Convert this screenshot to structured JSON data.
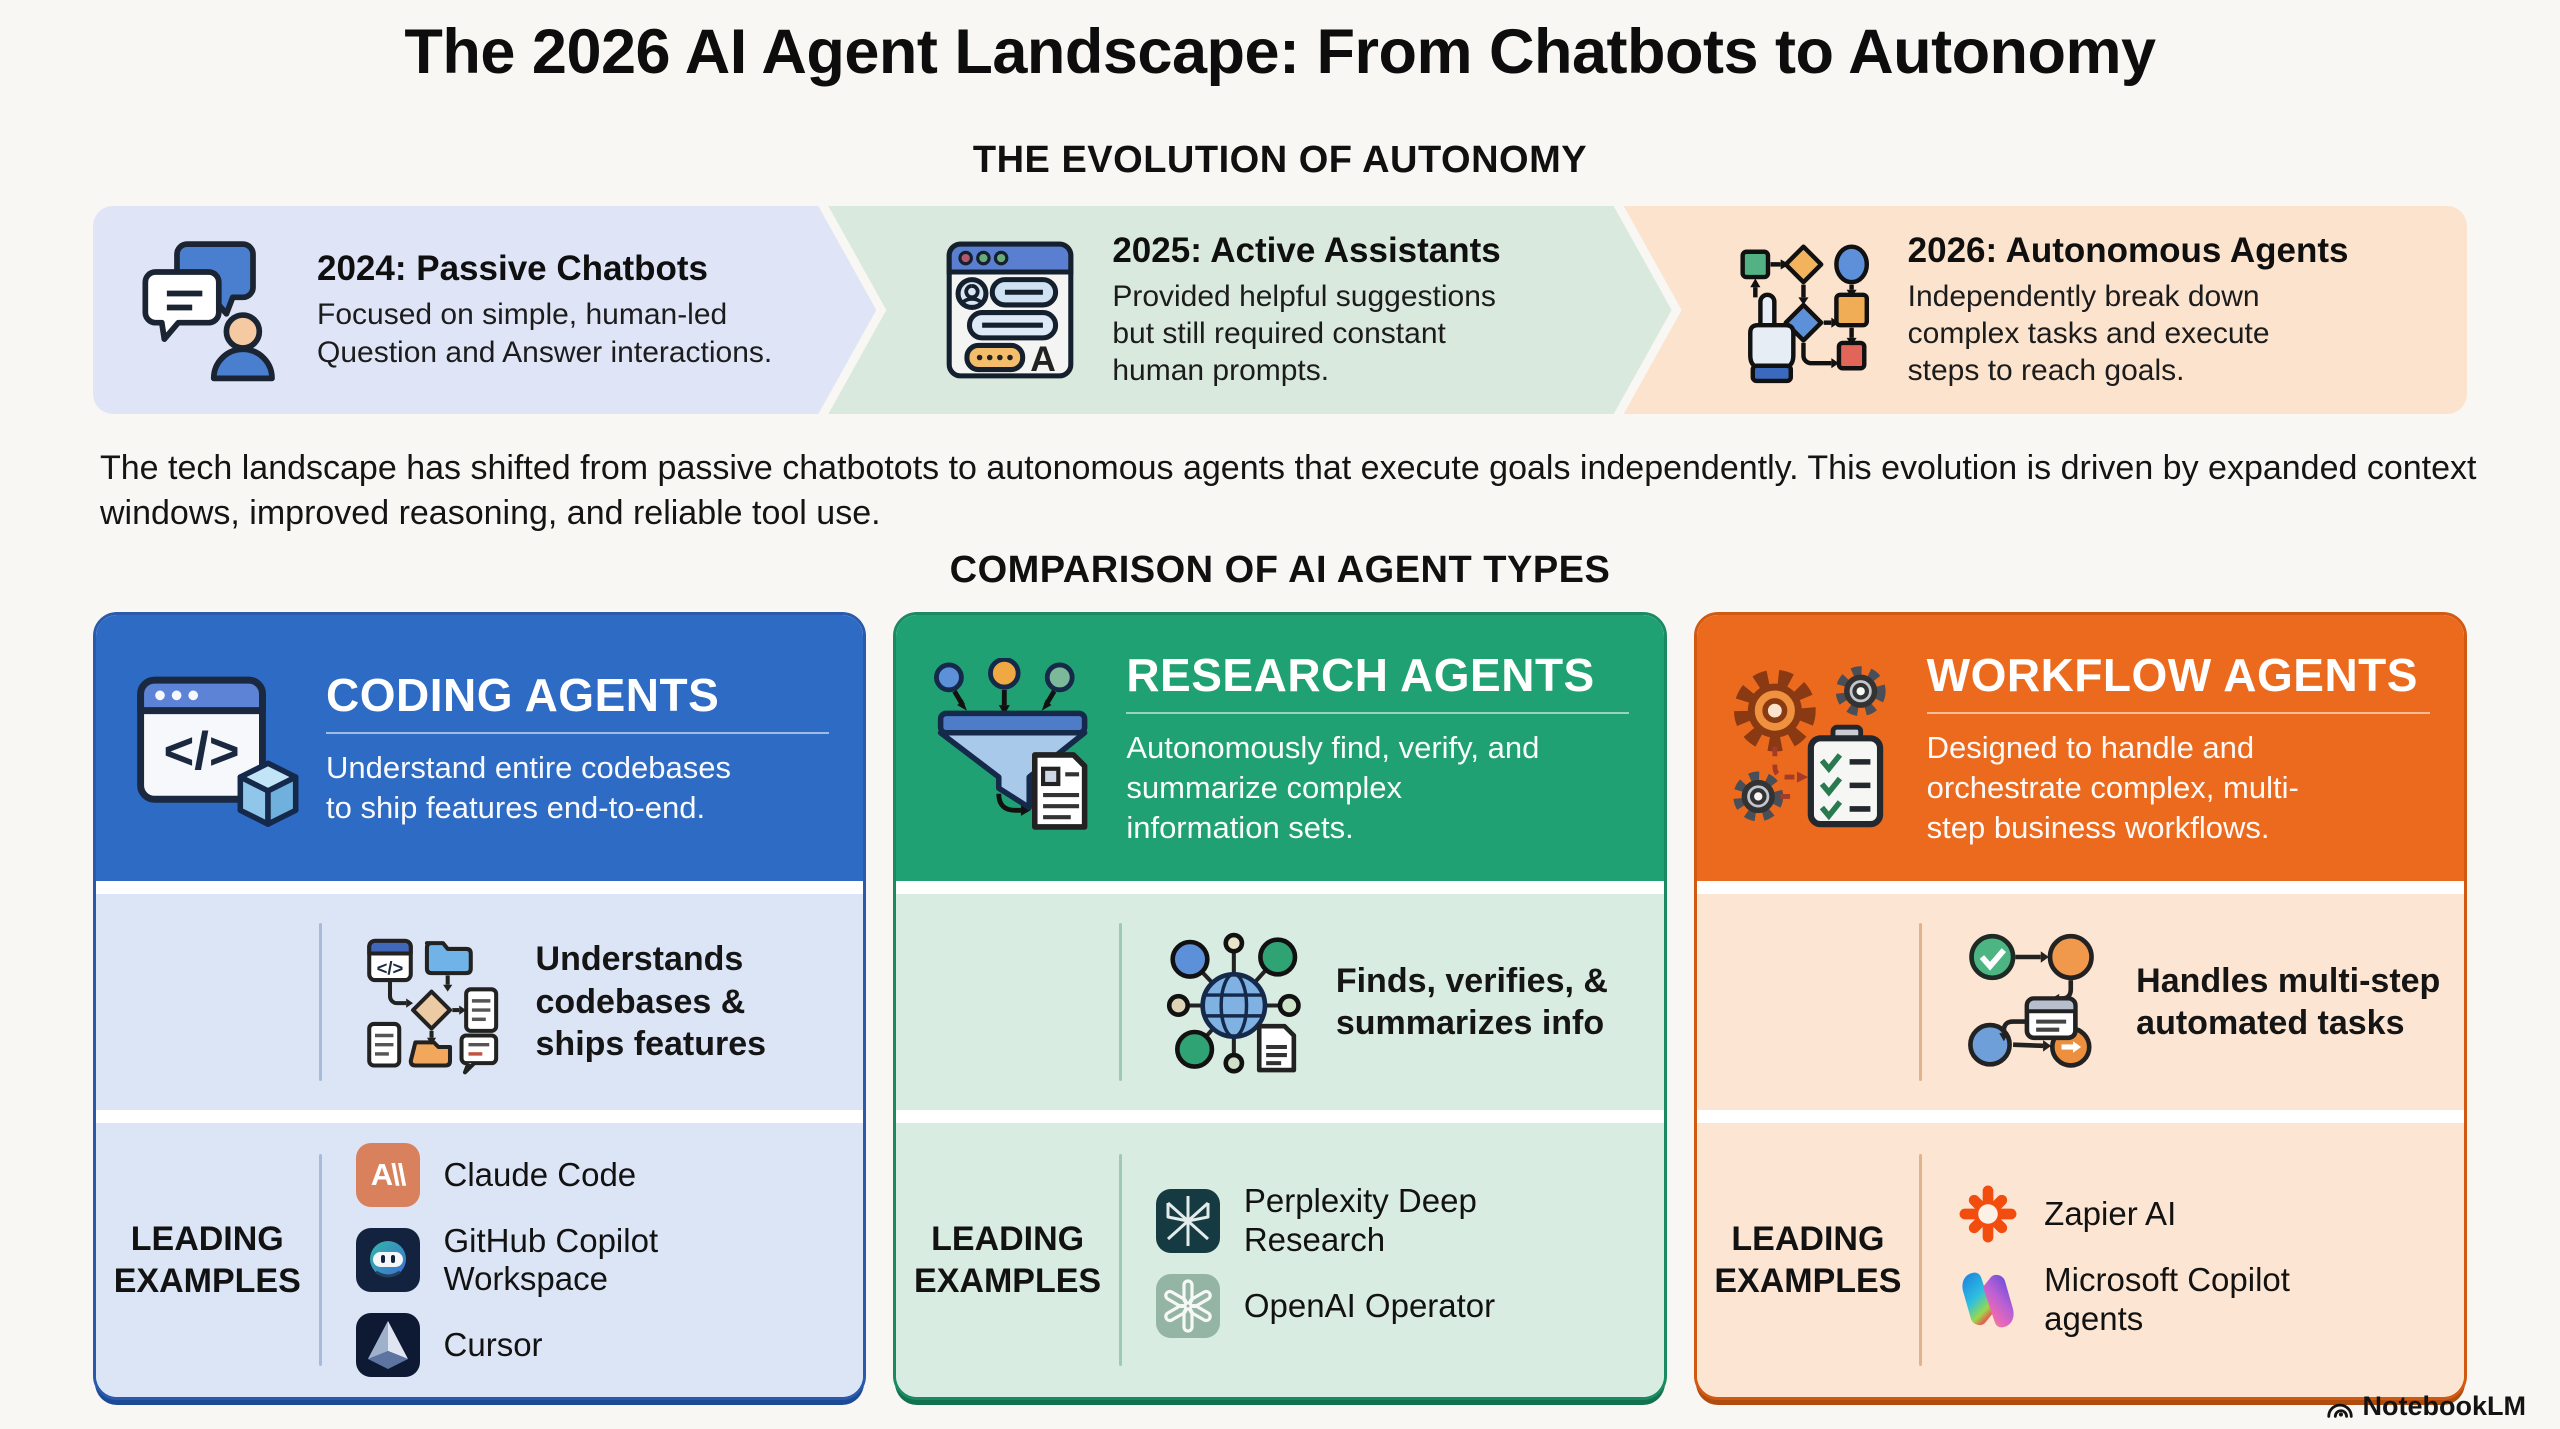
{
  "page": {
    "title": "The 2026 AI Agent Landscape: From Chatbots to Autonomy",
    "background": "#f8f7f4",
    "watermark": "NotebookLM"
  },
  "evolution": {
    "heading": "THE EVOLUTION OF AUTONOMY",
    "stages": [
      {
        "title": "2024: Passive Chatbots",
        "description": "Focused on simple, human-led Question and Answer interactions.",
        "icon": "chat-bubbles-person-icon",
        "bg": "#dfe5f7"
      },
      {
        "title": "2025: Active Assistants",
        "description": "Provided helpful suggestions but still required constant human prompts.",
        "icon": "assistant-window-icon",
        "bg": "#d9e9de"
      },
      {
        "title": "2026: Autonomous Agents",
        "description": "Independently break down complex tasks and execute steps to reach goals.",
        "icon": "flowchart-hand-icon",
        "bg": "#fbe3ce"
      }
    ],
    "summary": "The tech landscape has shifted from passive chatbotots to autonomous agents that execute goals independently. This evolution is driven by expanded context windows, improved reasoning, and reliable tool use."
  },
  "comparison": {
    "heading": "COMPARISON OF AI AGENT TYPES",
    "examples_label": "LEADING EXAMPLES",
    "cards": [
      {
        "title": "CODING AGENTS",
        "description": "Understand entire codebases to ship features end-to-end.",
        "header_icon": "code-window-cube-icon",
        "feature": "Understands codebases & ships features",
        "feature_icon": "code-pipeline-icon",
        "examples": [
          {
            "label": "Claude Code",
            "icon": "claude-icon"
          },
          {
            "label": "GitHub Copilot Workspace",
            "icon": "github-copilot-workspace-icon"
          },
          {
            "label": "Cursor",
            "icon": "cursor-icon"
          }
        ],
        "colors": {
          "header": "#2d6bc4",
          "border": "#2a5aab",
          "tint": "#dce5f5",
          "divider": "#a7bad8",
          "shadow": "#1d4a94"
        }
      },
      {
        "title": "RESEARCH AGENTS",
        "description": "Autonomously find, verify, and summarize complex information sets.",
        "header_icon": "research-funnel-icon",
        "feature": "Finds, verifies, & summarizes info",
        "feature_icon": "research-network-icon",
        "examples": [
          {
            "label": "Perplexity Deep Research",
            "icon": "perplexity-icon"
          },
          {
            "label": "OpenAI Operator",
            "icon": "openai-icon"
          }
        ],
        "colors": {
          "header": "#20a173",
          "border": "#1b8a62",
          "tint": "#d9ece1",
          "divider": "#a0c9b3",
          "shadow": "#12714e"
        }
      },
      {
        "title": "WORKFLOW AGENTS",
        "description": "Designed to handle and orchestrate complex, multi-step business workflows.",
        "header_icon": "workflow-gears-icon",
        "feature": "Handles multi-step automated tasks",
        "feature_icon": "workflow-steps-icon",
        "examples": [
          {
            "label": "Zapier AI",
            "icon": "zapier-icon"
          },
          {
            "label": "Microsoft Copilot agents",
            "icon": "microsoft-copilot-icon"
          }
        ],
        "colors": {
          "header": "#ec6a1d",
          "border": "#d15a12",
          "tint": "#fce5d2",
          "divider": "#e2b28b",
          "shadow": "#b04c0e"
        }
      }
    ]
  }
}
